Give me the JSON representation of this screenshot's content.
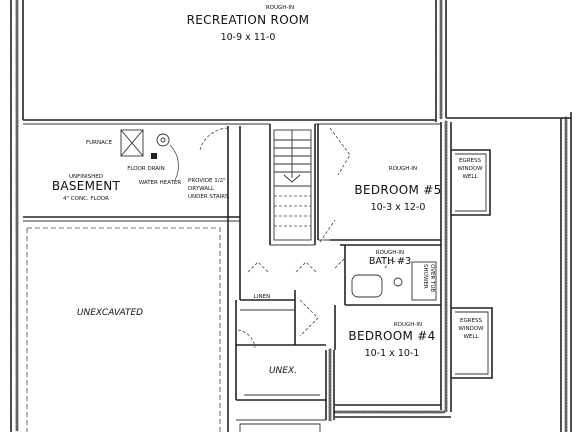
{
  "rooms": {
    "recreation": {
      "rough": "ROUGH-IN",
      "name": "RECREATION ROOM",
      "size": "10-9 x 11-0"
    },
    "basement": {
      "unfinished": "UNFINISHED",
      "name": "BASEMENT",
      "floor": "4\" CONC. FLOOR"
    },
    "bedroom5": {
      "rough": "ROUGH-IN",
      "name": "BEDROOM #5",
      "size": "10-3 x 12-0"
    },
    "bath3": {
      "rough": "ROUGH-IN",
      "name": "BATH #3"
    },
    "bedroom4": {
      "rough": "ROUGH-IN",
      "name": "BEDROOM #4",
      "size": "10-1 x 10-1"
    },
    "unexcavated": {
      "name": "UNEXCAVATED"
    },
    "unex": {
      "name": "UNEX."
    }
  },
  "notes": {
    "furnace": "FURNACE",
    "floor_drain": "FLOOR DRAIN",
    "water_heater": "WATER HEATER",
    "drywall": [
      "PROVIDE 1/2\"",
      "DRYWALL",
      "UNDER STAIRS"
    ],
    "linen": "LINEN",
    "shower": [
      "SHOWER",
      "OVER TUB"
    ],
    "egress_upper": [
      "EGRESS",
      "WINDOW",
      "WELL"
    ],
    "egress_lower": [
      "EGRESS",
      "WINDOW",
      "WELL"
    ]
  }
}
